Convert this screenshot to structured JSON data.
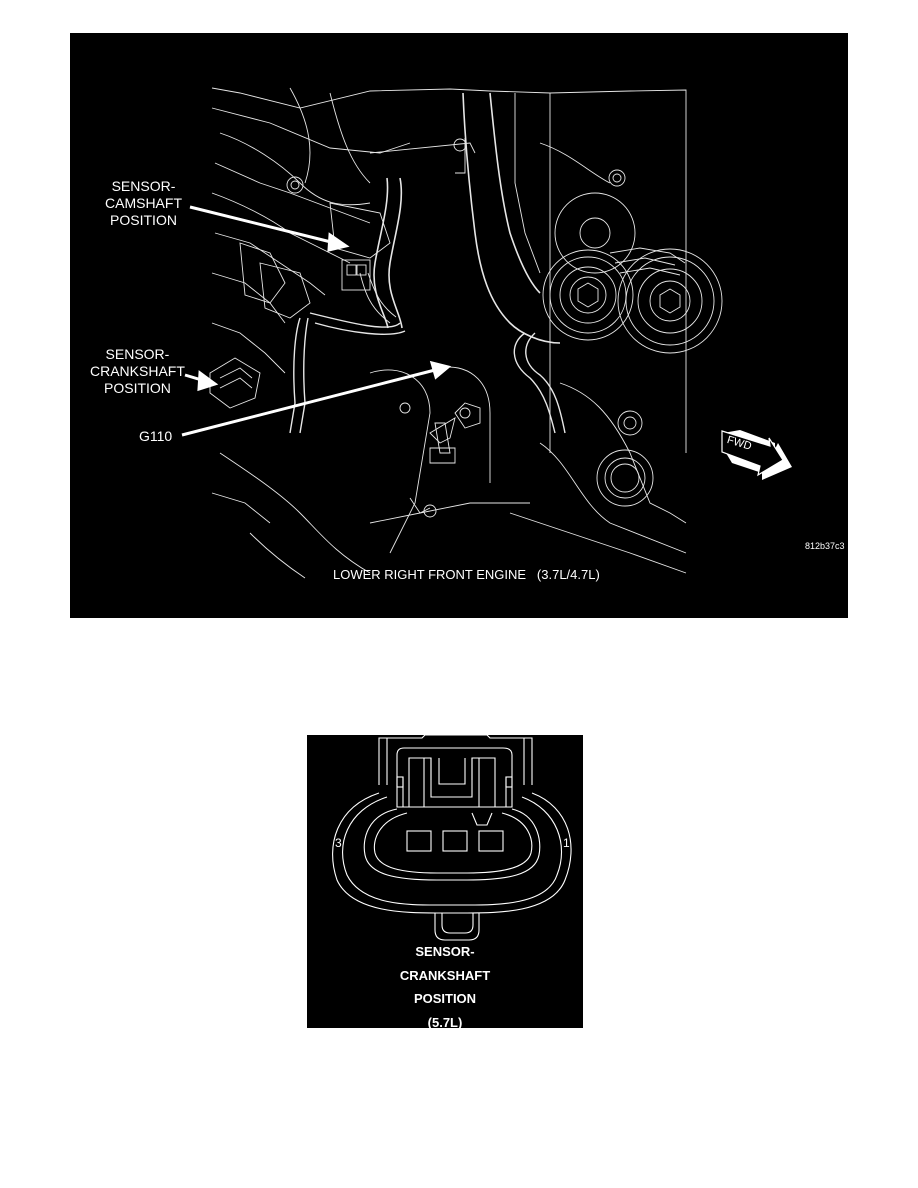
{
  "figure_1": {
    "labels": {
      "camshaft": [
        "SENSOR-",
        "CAMSHAFT",
        "POSITION"
      ],
      "crankshaft": [
        "SENSOR-",
        "CRANKSHAFT",
        "POSITION"
      ],
      "ground": "G110"
    },
    "direction_indicator": "FWD",
    "image_code": "812b37c3",
    "caption": "LOWER RIGHT FRONT ENGINE   (3.7L/4.7L)"
  },
  "figure_2": {
    "pin_left": "3",
    "pin_right": "1",
    "label": [
      "SENSOR-",
      "CRANKSHAFT",
      "POSITION",
      "(5.7L)"
    ]
  },
  "colors": {
    "panel_background": "#000000",
    "line_art": "#ffffff",
    "page_background": "#ffffff"
  }
}
